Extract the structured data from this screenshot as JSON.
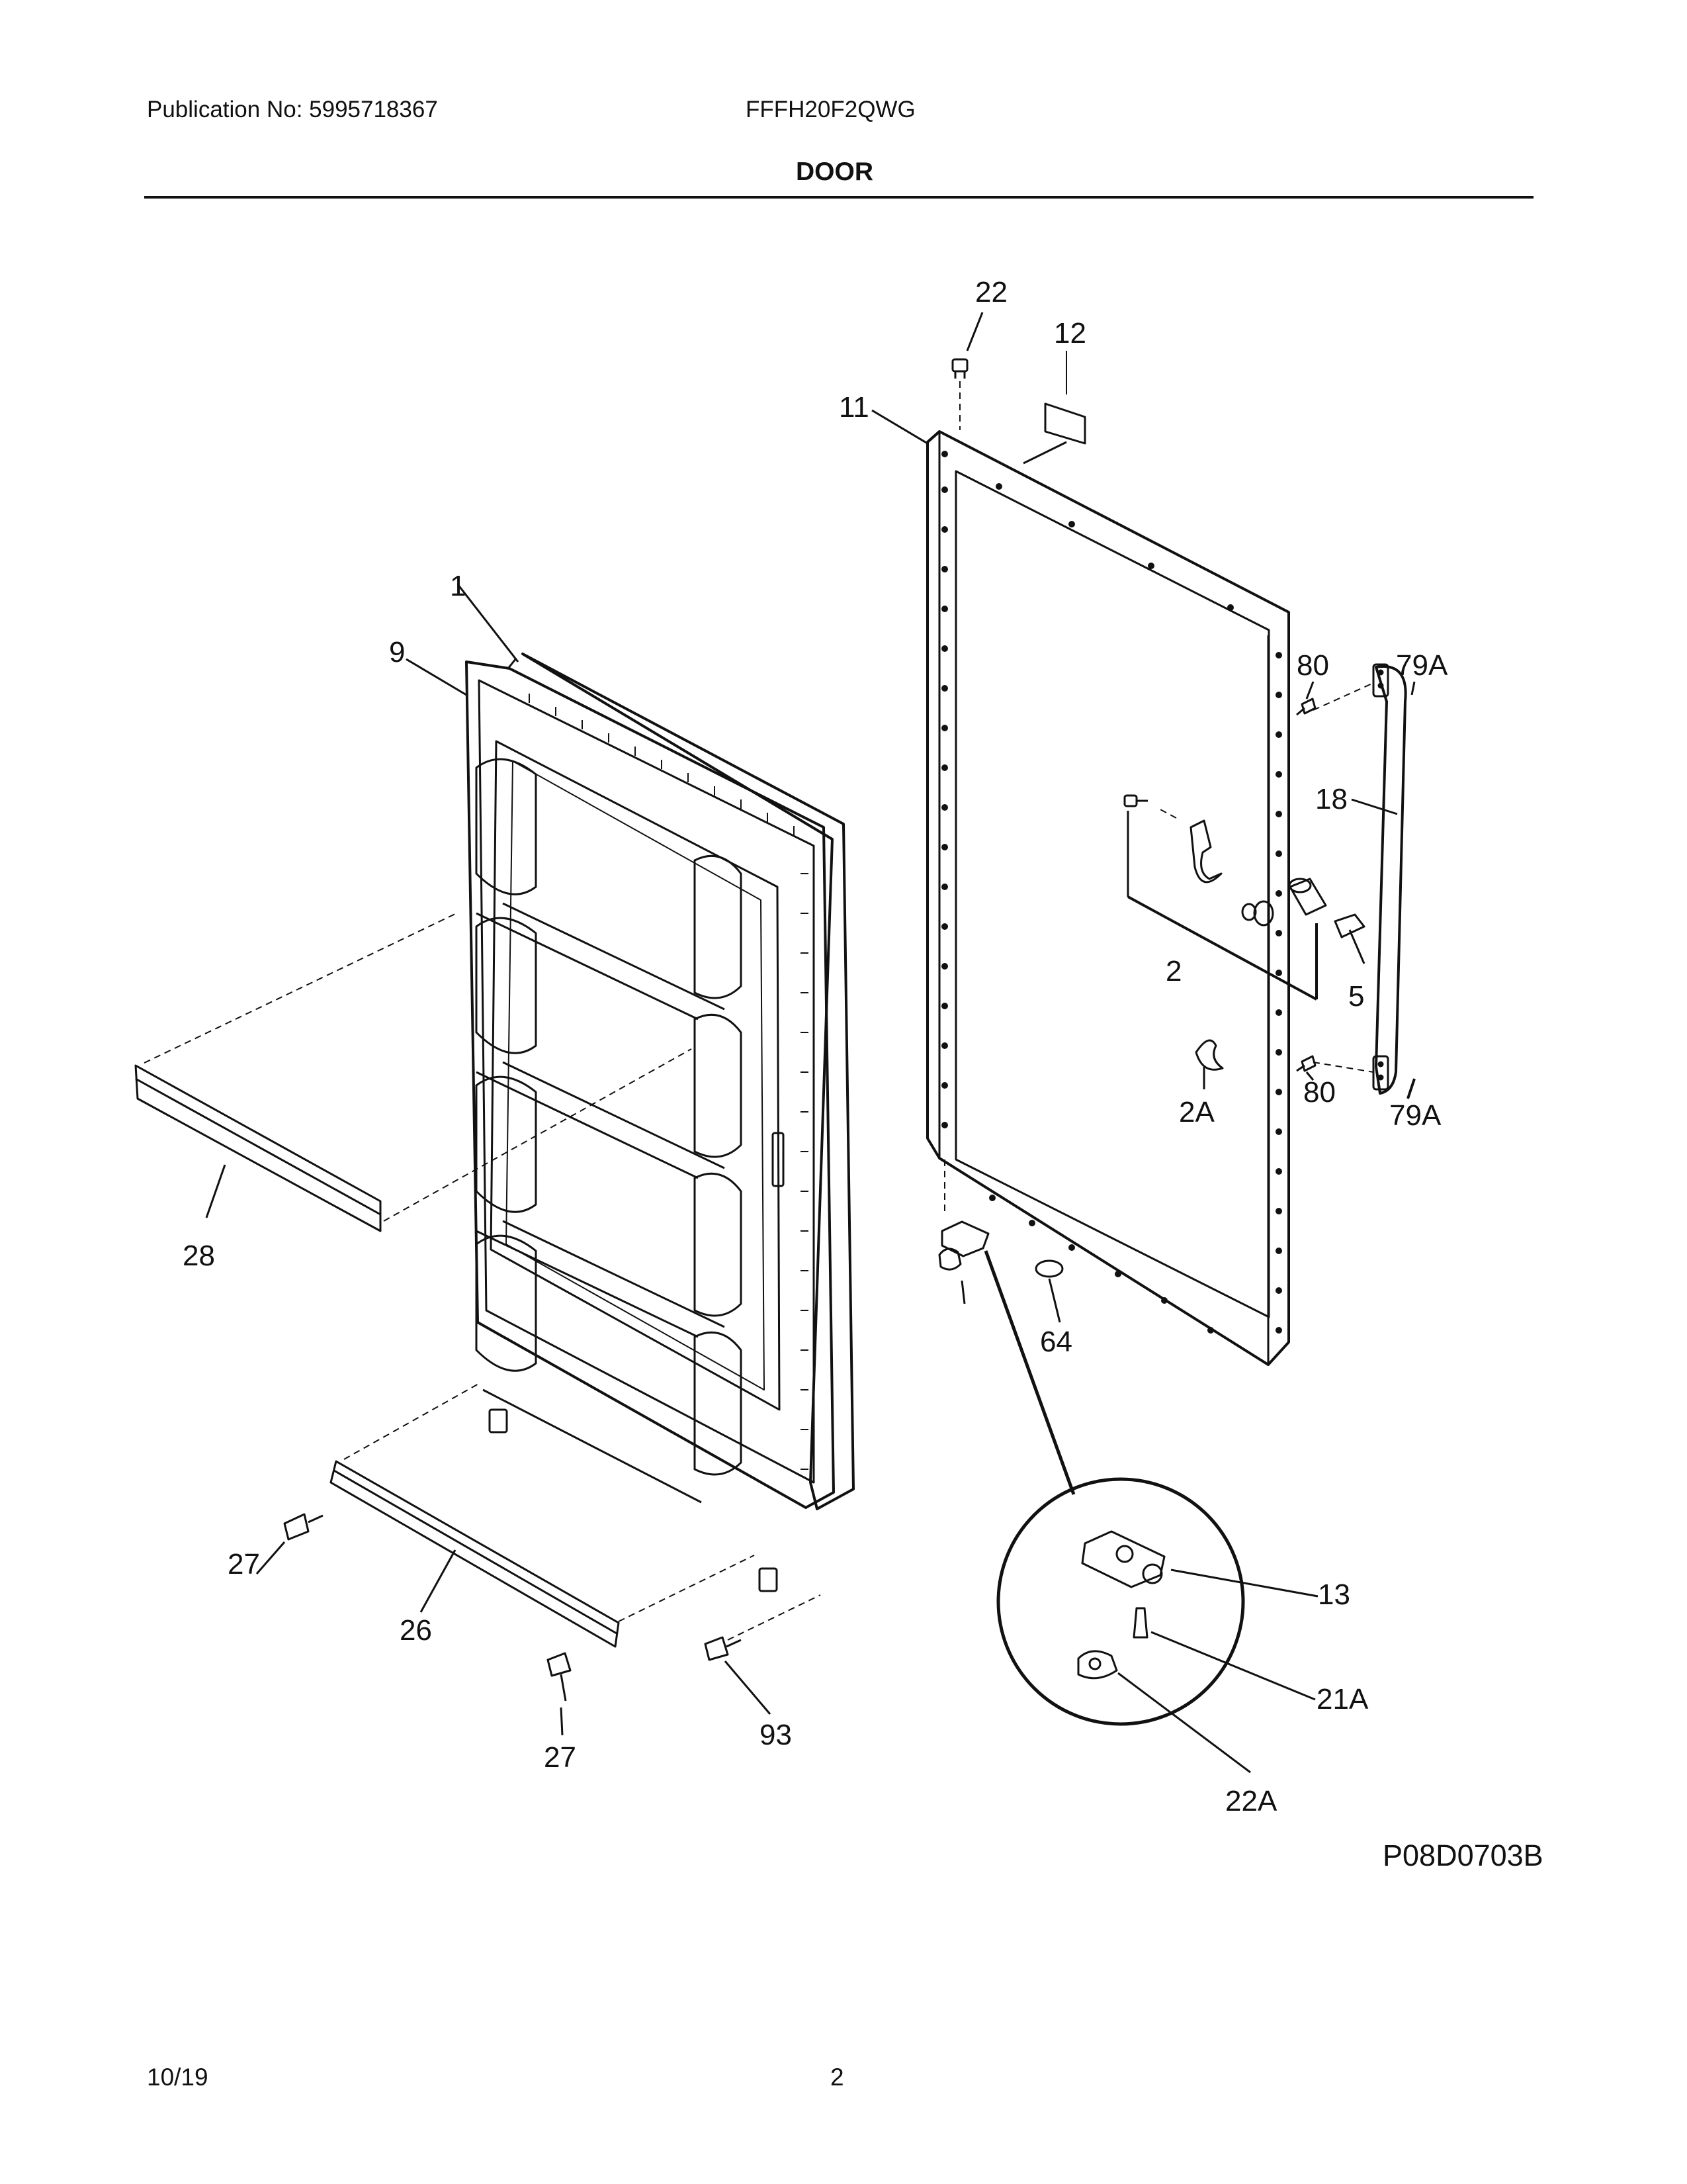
{
  "header": {
    "publication": "Publication No: 5995718367",
    "model": "FFFH20F2QWG",
    "section_title": "DOOR"
  },
  "footer": {
    "date": "10/19",
    "page_number": "2"
  },
  "drawing_id": "P08D0703B",
  "callouts": {
    "c1": "1",
    "c2": "2",
    "c2A": "2A",
    "c5": "5",
    "c9": "9",
    "c11": "11",
    "c12": "12",
    "c13": "13",
    "c18": "18",
    "c21A": "21A",
    "c22": "22",
    "c22A": "22A",
    "c26": "26",
    "c27a": "27",
    "c27b": "27",
    "c28": "28",
    "c64": "64",
    "c79Aa": "79A",
    "c79Ab": "79A",
    "c80a": "80",
    "c80b": "80",
    "c93": "93"
  },
  "colors": {
    "ink": "#111111",
    "paper": "#ffffff"
  }
}
